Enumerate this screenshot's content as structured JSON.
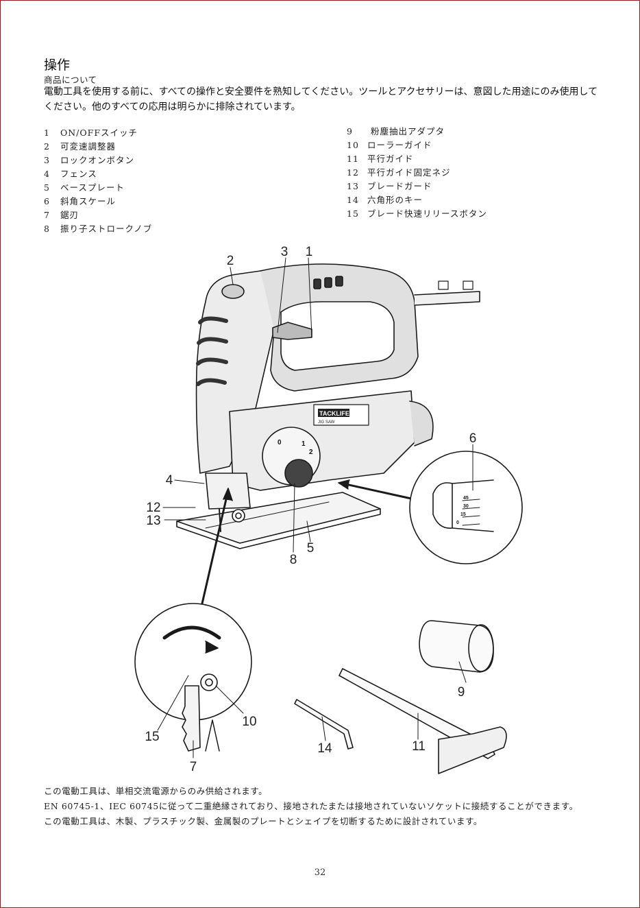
{
  "heading": {
    "title": "操作",
    "subtitle": "商品について",
    "intro": "電動工具を使用する前に、すべての操作と安全要件を熟知してください。ツールとアクセサリーは、意図した用途にのみ使用してください。他のすべての応用は明らかに排除されています。"
  },
  "parts_left": [
    {
      "num": "1",
      "label": "ON/OFFスイッチ"
    },
    {
      "num": "2",
      "label": "可変速調整器"
    },
    {
      "num": "3",
      "label": "ロックオンボタン"
    },
    {
      "num": "4",
      "label": "フェンス"
    },
    {
      "num": "5",
      "label": "ベースプレート"
    },
    {
      "num": "6",
      "label": "斜角スケール"
    },
    {
      "num": "7",
      "label": "鋸刃"
    },
    {
      "num": "8",
      "label": "振り子ストロークノブ"
    }
  ],
  "parts_right": [
    {
      "num": "9",
      "label": " 粉塵抽出アダプタ"
    },
    {
      "num": "10",
      "label": "ローラーガイド"
    },
    {
      "num": "11",
      "label": "平行ガイド"
    },
    {
      "num": "12",
      "label": "平行ガイド固定ネジ"
    },
    {
      "num": "13",
      "label": "ブレードガード"
    },
    {
      "num": "14",
      "label": "六角形のキー"
    },
    {
      "num": "15",
      "label": "ブレード快速リリースボタン"
    }
  ],
  "diagram": {
    "callouts": [
      "1",
      "2",
      "3",
      "4",
      "5",
      "6",
      "7",
      "8",
      "9",
      "10",
      "11",
      "12",
      "13",
      "14",
      "15"
    ],
    "brand_text": "TACKLIFE",
    "model_text": "JIG SAW",
    "dial_marks": [
      "0",
      "1",
      "2"
    ],
    "bevel_marks": [
      "45",
      "30",
      "15",
      "0"
    ]
  },
  "footer": {
    "line1": "この電動工具は、単相交流電源からのみ供給されます。",
    "line2": "EN 60745-1、IEC 60745に従って二重絶縁されており、接地されたまたは接地されていないソケットに接続することができます。",
    "line3": "この電動工具は、木製、プラスチック製、金属製のプレートとシェイプを切断するために設計されています。"
  },
  "page_number": "32"
}
